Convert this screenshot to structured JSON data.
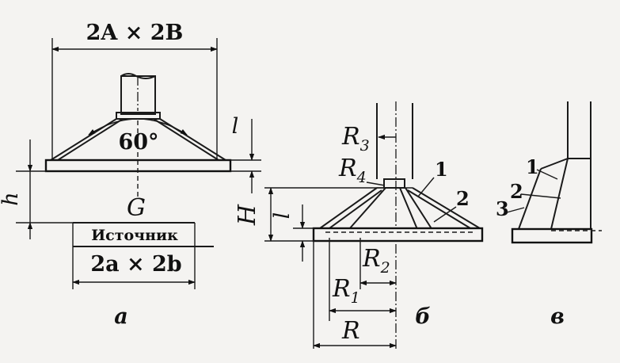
{
  "figure_a": {
    "top_dimension": "2A × 2B",
    "angle": "60°",
    "height_label": "h",
    "thickness_label": "l",
    "center_label": "G",
    "source_label": "Источник",
    "source_dimension": "2a × 2b",
    "caption": "а"
  },
  "figure_b": {
    "r3": "R",
    "r3_sub": "3",
    "r4": "R",
    "r4_sub": "4",
    "line1": "1",
    "line2": "2",
    "height_label": "H",
    "thickness_label": "l",
    "r2": "R",
    "r2_sub": "2",
    "r1": "R",
    "r1_sub": "1",
    "r": "R",
    "caption": "б"
  },
  "figure_c": {
    "line1": "1",
    "line2": "2",
    "line3": "3",
    "caption": "в"
  }
}
